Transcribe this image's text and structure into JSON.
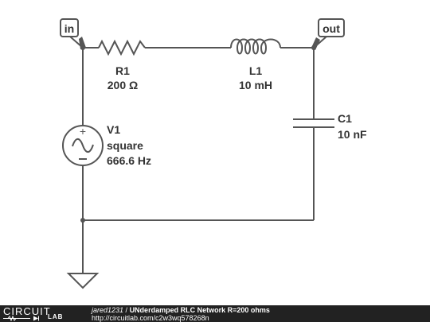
{
  "ports": {
    "input": "in",
    "output": "out"
  },
  "components": {
    "r1": {
      "name": "R1",
      "value": "200 Ω"
    },
    "l1": {
      "name": "L1",
      "value": "10 mH"
    },
    "c1": {
      "name": "C1",
      "value": "10 nF"
    },
    "v1": {
      "name": "V1",
      "type": "square",
      "freq": "666.6 Hz"
    }
  },
  "footer": {
    "logo_main": "CIRCUIT",
    "logo_sub": "LAB",
    "author": "jared1231",
    "separator": " / ",
    "title": "UNderdamped RLC Network R=200 ohms",
    "url": "http://circuitlab.com/c2w3wq578268n"
  },
  "colors": {
    "wire": "#555555",
    "text": "#333333",
    "footer_bg": "#222222"
  }
}
